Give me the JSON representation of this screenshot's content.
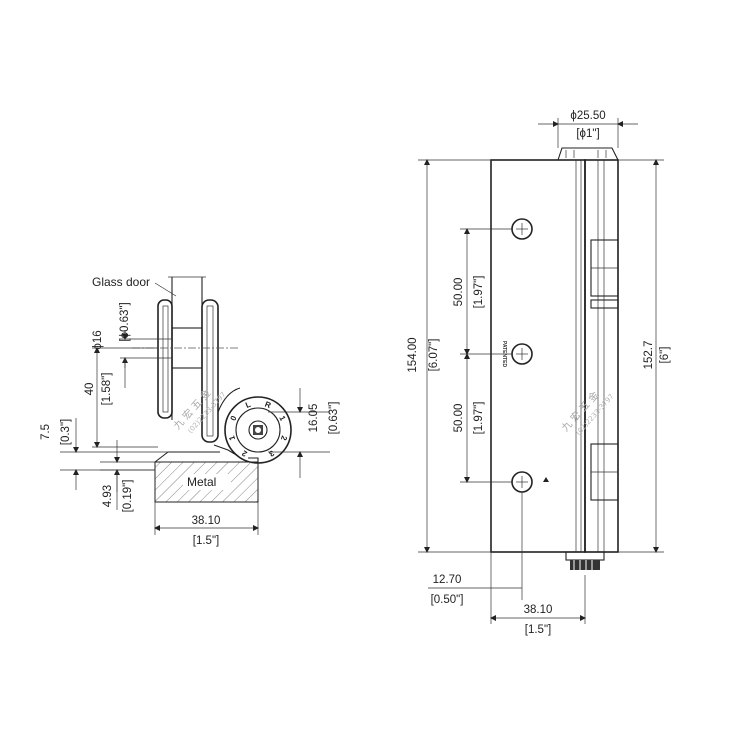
{
  "side_view": {
    "glass_label": "Glass door",
    "metal_label": "Metal",
    "dim_diameter_mm": "ϕ16",
    "dim_diameter_in": "[ϕ0.63\"]",
    "dim_40_mm": "40",
    "dim_40_in": "[1.58\"]",
    "dim_7_5_mm": "7.5",
    "dim_7_5_in": "[0.3\"]",
    "dim_4_93_mm": "4.93",
    "dim_4_93_in": "[0.19\"]",
    "dim_16_05_mm": "16.05",
    "dim_16_05_in": "[0.63\"]",
    "dim_38_10_mm": "38.10",
    "dim_38_10_in": "[1.5\"]",
    "dial_marks": [
      "2",
      "1",
      "0",
      "L",
      "R",
      "1",
      "2",
      "3"
    ]
  },
  "front_view": {
    "dim_top_dia_mm": "ϕ25.50",
    "dim_top_dia_in": "[ϕ1\"]",
    "dim_154_mm": "154.00",
    "dim_154_in": "[6.07\"]",
    "dim_152_7_mm": "152.7",
    "dim_152_7_in": "[6\"]",
    "dim_50_upper_mm": "50.00",
    "dim_50_upper_in": "[1.97\"]",
    "dim_50_lower_mm": "50.00",
    "dim_50_lower_in": "[1.97\"]",
    "dim_12_70_mm": "12.70",
    "dim_12_70_in": "[0.50\"]",
    "dim_38_10_mm": "38.10",
    "dim_38_10_in": "[1.5\"]",
    "patented_text": "PATENTED"
  },
  "watermark": {
    "name": "九 宏 五 金",
    "phone": "(02)2233-3797"
  }
}
